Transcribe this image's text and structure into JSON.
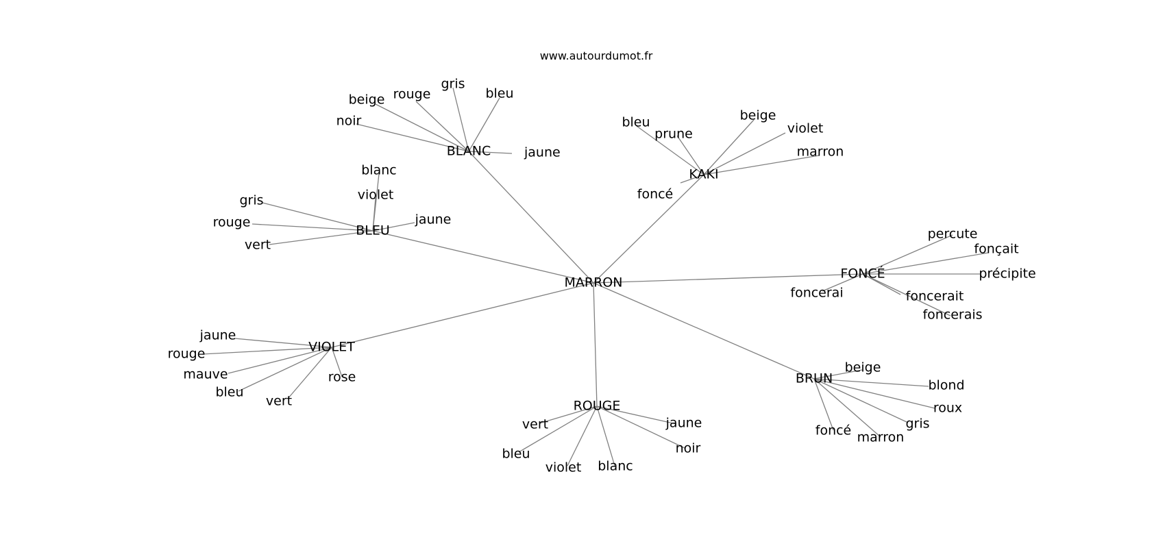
{
  "site": "www.autourdumot.fr",
  "graph": {
    "center": "MARRON",
    "clusters": [
      {
        "hub": "BLANC",
        "leaves": [
          "noir",
          "beige",
          "rouge",
          "gris",
          "bleu",
          "jaune"
        ]
      },
      {
        "hub": "KAKI",
        "leaves": [
          "bleu",
          "prune",
          "beige",
          "violet",
          "marron",
          "foncé"
        ]
      },
      {
        "hub": "BLEU",
        "leaves": [
          "blanc",
          "violet",
          "gris",
          "rouge",
          "vert",
          "jaune"
        ]
      },
      {
        "hub": "FONCÉ",
        "leaves": [
          "percute",
          "fonçait",
          "précipite",
          "foncerai",
          "foncerait",
          "foncerais"
        ]
      },
      {
        "hub": "VIOLET",
        "leaves": [
          "jaune",
          "rouge",
          "mauve",
          "bleu",
          "vert",
          "rose"
        ]
      },
      {
        "hub": "ROUGE",
        "leaves": [
          "vert",
          "bleu",
          "violet",
          "blanc",
          "jaune",
          "noir"
        ]
      },
      {
        "hub": "BRUN",
        "leaves": [
          "beige",
          "blond",
          "roux",
          "gris",
          "marron",
          "foncé"
        ]
      }
    ]
  }
}
